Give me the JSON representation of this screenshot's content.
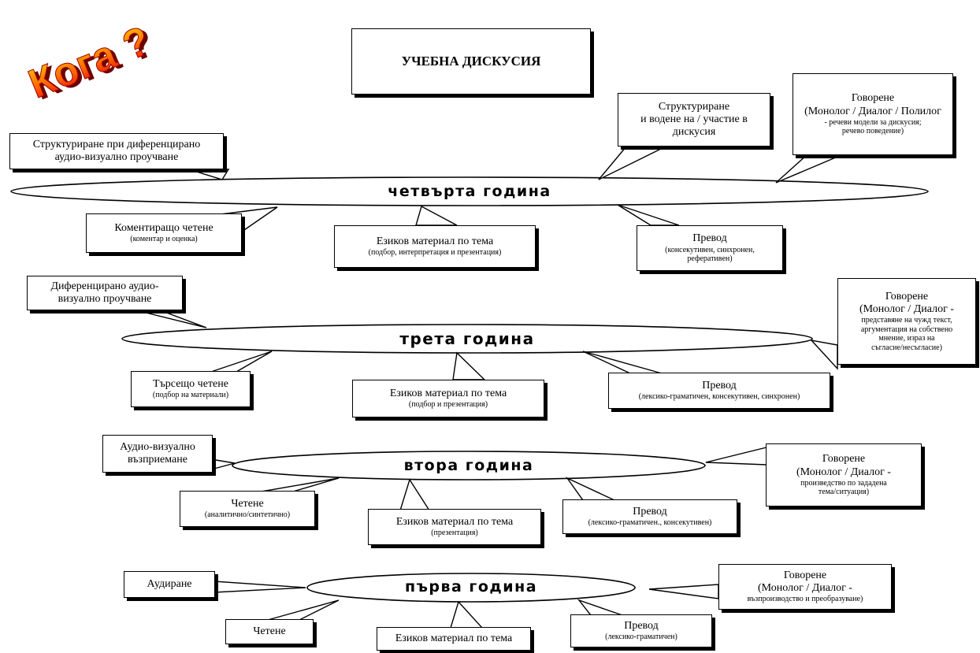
{
  "logo": {
    "text": "Кога ?"
  },
  "title": "УЧЕБНА ДИСКУСИЯ",
  "years": [
    {
      "label": "четвърта година"
    },
    {
      "label": "трета година"
    },
    {
      "label": "втора година"
    },
    {
      "label": "първа година"
    }
  ],
  "boxes": {
    "y4_structuring": {
      "lines": [
        "Структуриране",
        "и водене на / участие в",
        "дискусия"
      ]
    },
    "y4_speaking": {
      "title": [
        "Говорене",
        "(Монолог / Диалог / Полилог"
      ],
      "sub": [
        "- речеви модели за дискусия;",
        "речево поведение)"
      ]
    },
    "y4_differentiated": {
      "lines": [
        "Структуриране при диференцирано",
        "аудио-визуално проучване"
      ]
    },
    "y4_comment_reading": {
      "title": [
        "Коментиращо четене"
      ],
      "sub": [
        "(коментар и оценка)"
      ]
    },
    "y4_language": {
      "title": [
        "Езиков материал по тема"
      ],
      "sub": [
        "(подбор, интерпретация и презентация)"
      ]
    },
    "y4_translation": {
      "title": [
        "Превод"
      ],
      "sub": [
        "(консекутивен, синхронен,",
        "реферативен)"
      ]
    },
    "y3_av_study": {
      "lines": [
        "Диференцирано аудио-",
        "визуално проучване"
      ]
    },
    "y3_speaking": {
      "title": [
        "Говорене",
        "(Монолог / Диалог -"
      ],
      "sub": [
        "представяне на чужд текст,",
        "аргументация на собствено",
        "мнение, израз на",
        "съгласие/несъгласие)"
      ]
    },
    "y3_search_reading": {
      "title": [
        "Търсещо четене"
      ],
      "sub": [
        "(подбор на материали)"
      ]
    },
    "y3_language": {
      "title": [
        "Езиков материал по тема"
      ],
      "sub": [
        "(подбор и презентация)"
      ]
    },
    "y3_translation": {
      "title": [
        "Превод"
      ],
      "sub": [
        "(лексико-граматичен, консекутивен, синхронен)"
      ]
    },
    "y2_av_perception": {
      "lines": [
        "Аудио-визуално",
        "възприемане"
      ]
    },
    "y2_speaking": {
      "title": [
        "Говорене",
        "(Монолог / Диалог -"
      ],
      "sub": [
        "произведство по зададена",
        "тема/ситуация)"
      ]
    },
    "y2_reading": {
      "title": [
        "Четене"
      ],
      "sub": [
        "(аналитично/синтетично)"
      ]
    },
    "y2_language": {
      "title": [
        "Езиков материал по тема"
      ],
      "sub": [
        "(презентация)"
      ]
    },
    "y2_translation": {
      "title": [
        "Превод"
      ],
      "sub": [
        "(лексико-граматичен., консекутивен)"
      ]
    },
    "y1_listening": {
      "lines": [
        "Аудиране"
      ]
    },
    "y1_speaking": {
      "title": [
        "Говорене",
        "(Монолог / Диалог -"
      ],
      "sub": [
        "възпроизводство и преобразуване)"
      ]
    },
    "y1_reading": {
      "lines": [
        "Четене"
      ]
    },
    "y1_language": {
      "lines": [
        "Езиков материал по тема"
      ]
    },
    "y1_translation": {
      "title": [
        "Превод"
      ],
      "sub": [
        "(лексико-граматичен)"
      ]
    }
  }
}
